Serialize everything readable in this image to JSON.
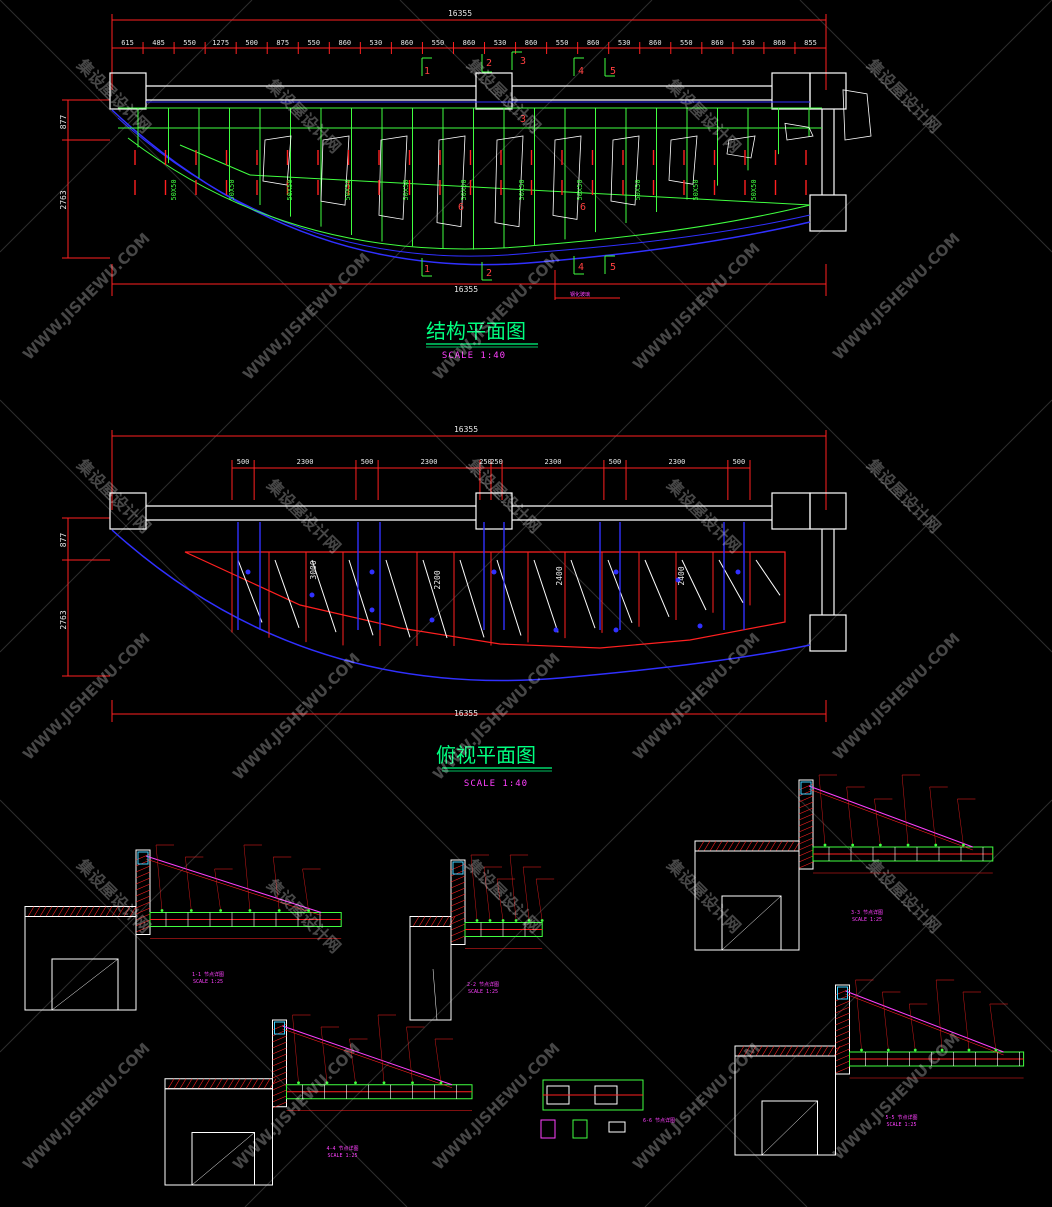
{
  "plan1": {
    "title": "结构平面图",
    "scale": "SCALE 1:40",
    "total_top": "16355",
    "total_bottom": "16355",
    "dims_top": [
      "615",
      "485",
      "550",
      "1275",
      "500",
      "875",
      "550",
      "860",
      "530",
      "860",
      "550",
      "860",
      "530",
      "860",
      "550",
      "860",
      "530",
      "860",
      "550",
      "860",
      "530",
      "860",
      "855"
    ],
    "left_dim_upper": "877",
    "left_dim_lower": "2763",
    "section_marks": [
      "1",
      "2",
      "3",
      "4",
      "5"
    ],
    "inner_marks": [
      "3",
      "6",
      "6"
    ],
    "beam_labels": [
      "50X50",
      "50X50",
      "50X50",
      "50X50",
      "50X50",
      "50X50",
      "50X50",
      "50X50",
      "50X50",
      "50X50",
      "50X50"
    ],
    "bottom_note": "钢化玻璃"
  },
  "plan2": {
    "title": "俯视平面图",
    "scale": "SCALE 1:40",
    "total_top": "16355",
    "total_bottom": "16355",
    "dims_top": [
      "500",
      "2300",
      "500",
      "2300",
      "250",
      "250",
      "2300",
      "500",
      "2300",
      "500"
    ],
    "left_dim_upper": "877",
    "left_dim_lower": "2763",
    "inner_heights": [
      "3000",
      "2200",
      "2400",
      "2400"
    ]
  },
  "details": {
    "labels": [
      "1-1 节点详图",
      "2-2 节点详图",
      "3-3 节点详图",
      "4-4 节点详图",
      "5-5 节点详图",
      "6-6 节点详图"
    ],
    "scale": "SCALE 1:25"
  },
  "watermarks": {
    "cn": "集设屋设计网",
    "en": "WWW.JISHEWU.COM"
  },
  "colors": {
    "background": "#000000",
    "green": "#40ff40",
    "red": "#ff2020",
    "blue": "#2020ff",
    "magenta": "#ff40ff",
    "white": "#ffffff",
    "yellow": "#ffff40"
  }
}
